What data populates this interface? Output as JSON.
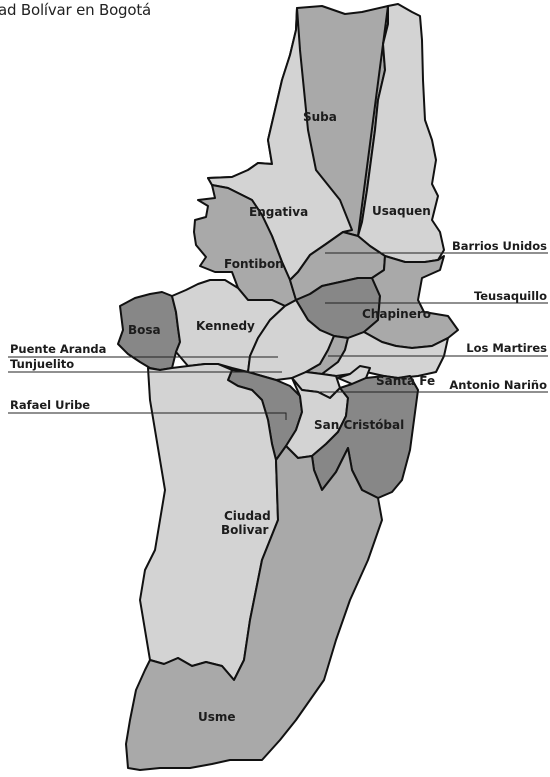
{
  "header": {
    "text": "ad Bolívar en Bogotá"
  },
  "colors": {
    "light": "#d3d3d3",
    "medium": "#a9a9a9",
    "dark": "#878787",
    "outline": "#111111",
    "background": "#ffffff"
  },
  "districts": [
    {
      "key": "suba",
      "name": "Suba",
      "shade": "medium"
    },
    {
      "key": "usaquen",
      "name": "Usaquen",
      "shade": "light"
    },
    {
      "key": "engativa",
      "name": "Engativa",
      "shade": "light"
    },
    {
      "key": "fontibon",
      "name": "Fontibon",
      "shade": "medium"
    },
    {
      "key": "barrios-unidos",
      "name": "Barrios Unidos",
      "shade": "medium"
    },
    {
      "key": "teusaquillo",
      "name": "Teusaquillo",
      "shade": "dark"
    },
    {
      "key": "chapinero",
      "name": "Chapinero",
      "shade": "medium"
    },
    {
      "key": "bosa",
      "name": "Bosa",
      "shade": "dark"
    },
    {
      "key": "kennedy",
      "name": "Kennedy",
      "shade": "light"
    },
    {
      "key": "puente-aranda",
      "name": "Puente Aranda",
      "shade": "light"
    },
    {
      "key": "los-martires",
      "name": "Los Martires",
      "shade": "medium"
    },
    {
      "key": "santa-fe",
      "name": "Santa Fe",
      "shade": "light"
    },
    {
      "key": "antonio-narino",
      "name": "Antonio Nariño",
      "shade": "light"
    },
    {
      "key": "tunjuelito",
      "name": "Tunjuelito",
      "shade": "dark"
    },
    {
      "key": "rafael-uribe",
      "name": "Rafael Uribe",
      "shade": "light"
    },
    {
      "key": "san-cristobal",
      "name": "San Cristóbal",
      "shade": "dark"
    },
    {
      "key": "ciudad-bolivar",
      "name": "Ciudad\nBolivar",
      "shade": "light"
    },
    {
      "key": "usme",
      "name": "Usme",
      "shade": "medium"
    },
    {
      "key": "candelaria",
      "name": "",
      "shade": "light"
    }
  ]
}
